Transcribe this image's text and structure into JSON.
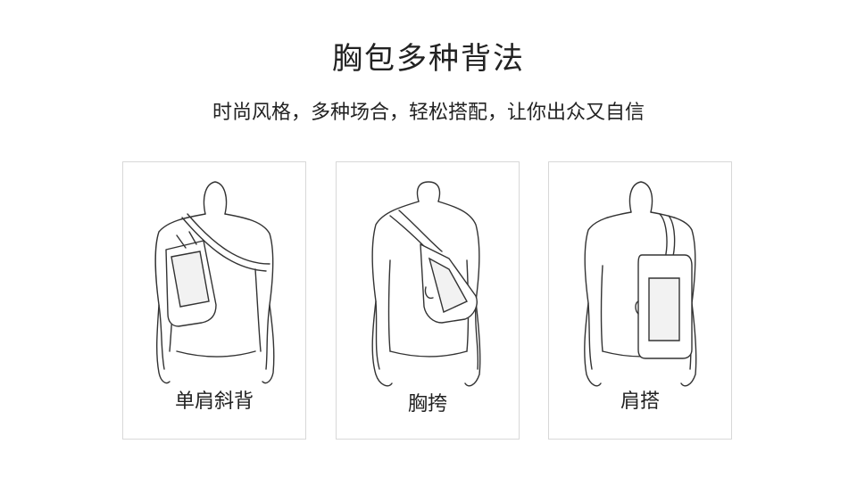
{
  "header": {
    "title": "胸包多种背法",
    "subtitle": "时尚风格，多种场合，轻松搭配，让你出众又自信"
  },
  "cards": [
    {
      "label": "单肩斜背",
      "illustration": "mannequin-cross-body-icon"
    },
    {
      "label": "胸挎",
      "illustration": "mannequin-chest-icon"
    },
    {
      "label": "肩搭",
      "illustration": "mannequin-shoulder-icon"
    }
  ],
  "colors": {
    "background": "#ffffff",
    "text": "#222222",
    "card_border": "#d8d8d8",
    "line_art": "#333333"
  }
}
